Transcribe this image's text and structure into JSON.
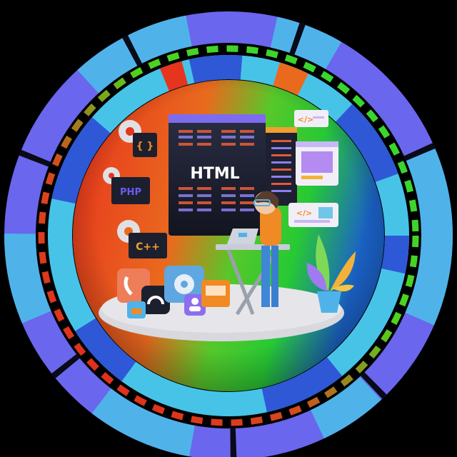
{
  "badge": {
    "main_label": "HTML",
    "php_label": "PHP",
    "cpp_label": "C++",
    "braces_label": "{ }",
    "code_tag_label": "</>"
  },
  "colors": {
    "background": "#000000",
    "outer_ring_primary": "#6f63f0",
    "outer_ring_secondary": "#4fb6e8",
    "inner_ring_cyan": "#49c6e8",
    "disc_red": "#e5351f",
    "disc_green": "#3fd22a",
    "disc_blue": "#1f6fd0",
    "platform": "#d9d9de",
    "server": "#1c1f2e",
    "accent_orange": "#f08a24",
    "accent_purple": "#8d6cf0"
  },
  "icons": [
    "gear-icon",
    "braces-icon",
    "php-icon",
    "cpp-icon",
    "headset-icon",
    "phone-icon",
    "folder-icon",
    "user-icon",
    "laptop-icon",
    "code-icon",
    "plant-icon",
    "window-icon"
  ]
}
